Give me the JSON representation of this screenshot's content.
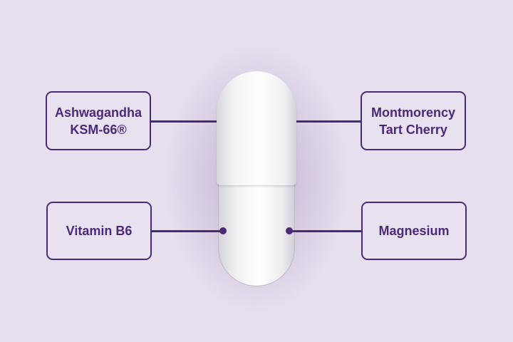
{
  "ingredients": {
    "top_left": {
      "line1": "Ashwagandha",
      "line2": "KSM-66®"
    },
    "top_right": {
      "line1": "Montmorency",
      "line2": "Tart Cherry"
    },
    "bottom_left": {
      "label": "Vitamin B6"
    },
    "bottom_right": {
      "label": "Magnesium"
    }
  },
  "colors": {
    "accent": "#4a2a78",
    "background": "#e6dfed"
  }
}
